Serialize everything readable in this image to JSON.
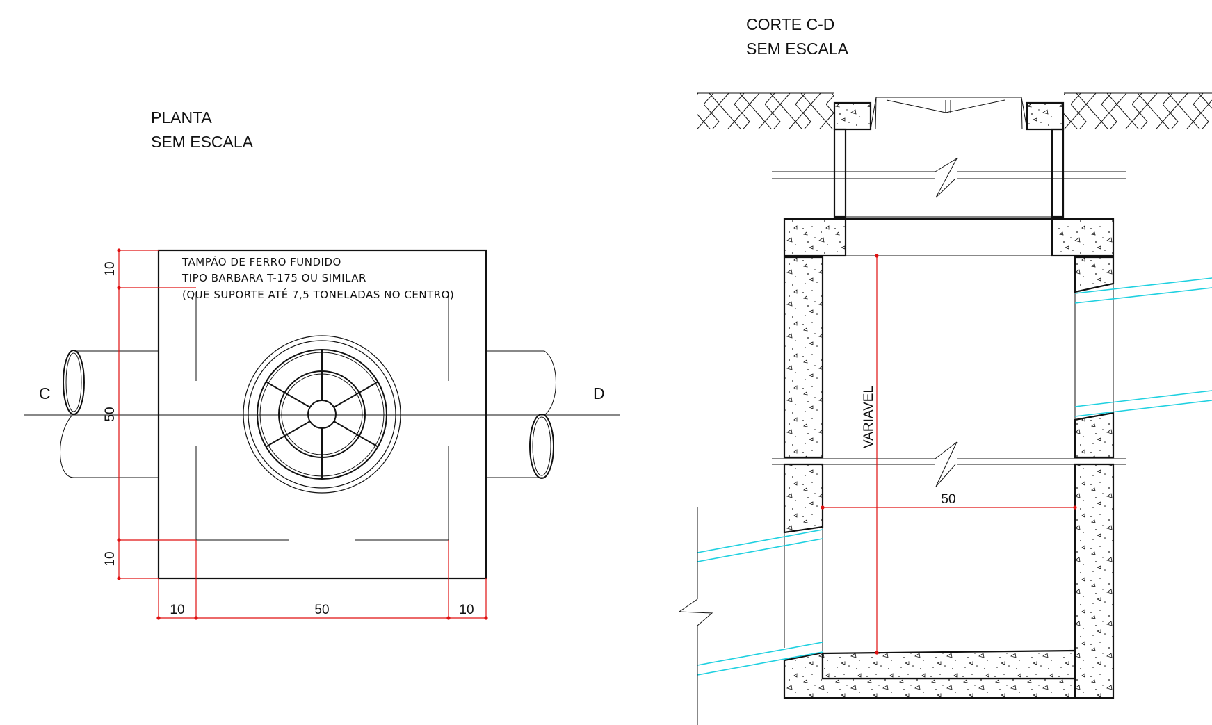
{
  "plan": {
    "title": "PLANTA",
    "scale": "SEM ESCALA",
    "note": [
      "TAMPÃO DE FERRO FUNDIDO",
      "TIPO BARBARA T-175 OU SIMILAR",
      "(QUE SUPORTE ATÉ 7,5 TONELADAS NO CENTRO)"
    ],
    "cut_start": "C",
    "cut_end": "D",
    "dims": {
      "vertical": [
        "10",
        "50",
        "10"
      ],
      "horizontal": [
        "10",
        "50",
        "10"
      ]
    }
  },
  "section": {
    "title": "CORTE C-D",
    "scale": "SEM ESCALA",
    "height_label": "VARIAVEL",
    "width_label": "50"
  },
  "colors": {
    "line": "#111111",
    "dimension": "#e01010",
    "pipe_highlight": "#1ed0e0"
  }
}
